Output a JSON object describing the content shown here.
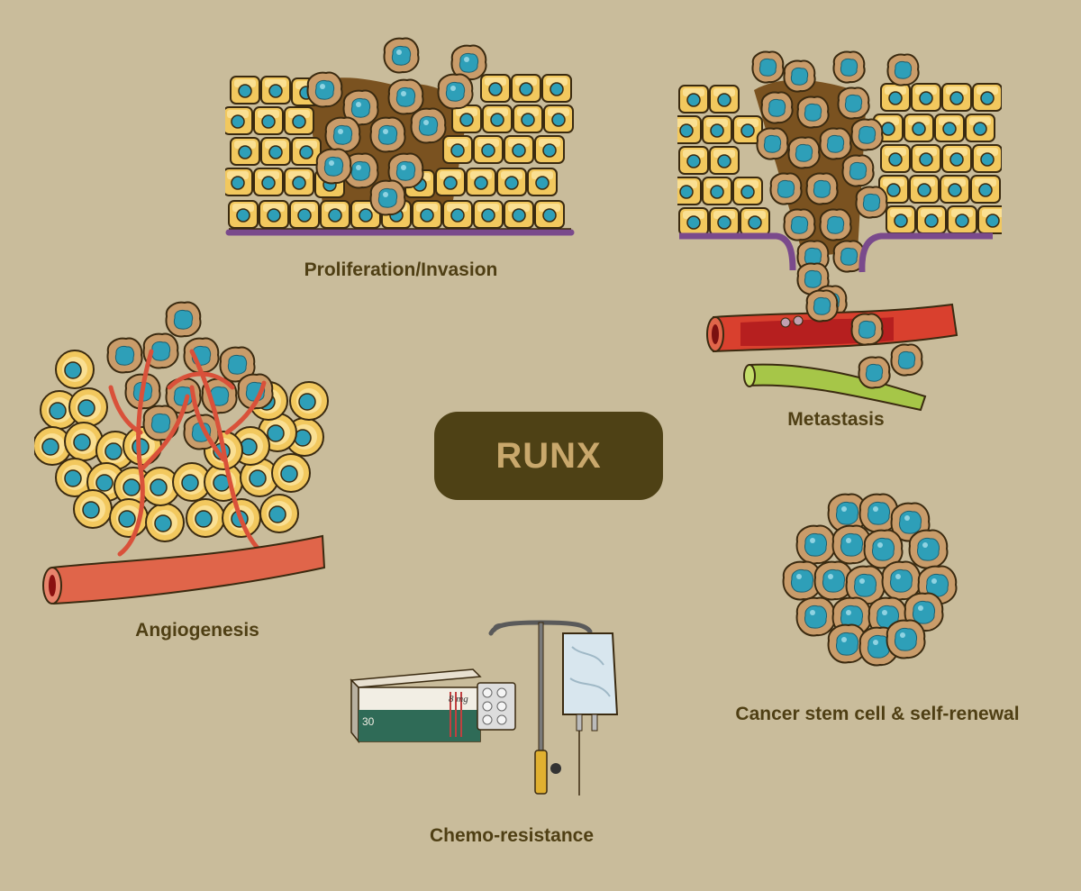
{
  "center": {
    "label": "RUNX"
  },
  "labels": {
    "proliferation": "Proliferation/Invasion",
    "metastasis": "Metastasis",
    "angiogenesis": "Angiogenesis",
    "stemcell": "Cancer stem cell & self-renewal",
    "chemo": "Chemo-resistance"
  },
  "drug_box": {
    "dose": "8 mg",
    "count": "30"
  },
  "colors": {
    "background": "#c9bc9b",
    "center_box": "#4e4115",
    "center_text": "#c9a86c",
    "label_text": "#4f3f14",
    "normal_cell": "#f2c85e",
    "nucleus": "#2e9fb8",
    "tumor_cell": "#c99c6a",
    "vessel": "#e0654a",
    "basement_membrane": "#7a4a8c"
  }
}
